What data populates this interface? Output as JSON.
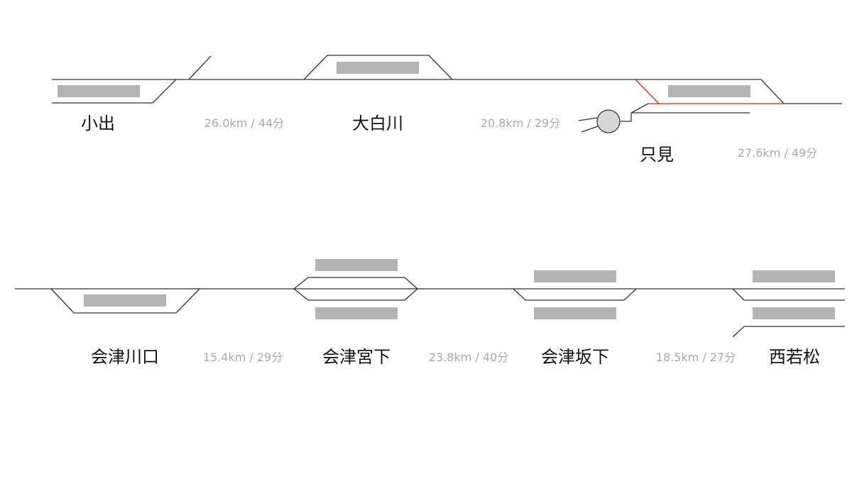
{
  "stations": [
    {
      "id": "koide",
      "name": "小出"
    },
    {
      "id": "oshirakawa",
      "name": "大白川"
    },
    {
      "id": "tadami",
      "name": "只見"
    },
    {
      "id": "aizukawaguchi",
      "name": "会津川口"
    },
    {
      "id": "aizumiyashita",
      "name": "会津宮下"
    },
    {
      "id": "aizubange",
      "name": "会津坂下"
    },
    {
      "id": "nishiwakamatsu",
      "name": "西若松"
    }
  ],
  "segments": [
    {
      "from": "小出",
      "to": "大白川",
      "label": "26.0km / 44分"
    },
    {
      "from": "大白川",
      "to": "只見",
      "label": "20.8km / 29分"
    },
    {
      "from": "只見",
      "to": "会津川口",
      "label": "27.6km / 49分"
    },
    {
      "from": "会津川口",
      "to": "会津宮下",
      "label": "15.4km / 29分"
    },
    {
      "from": "会津宮下",
      "to": "会津坂下",
      "label": "23.8km / 40分"
    },
    {
      "from": "会津坂下",
      "to": "西若松",
      "label": "18.5km / 27分"
    }
  ],
  "colors": {
    "track": "#333333",
    "highlight_track": "#e0201c",
    "platform": "#b3b3b3",
    "distance_text": "#aaaaaa",
    "signal_fill": "#d6d6d6"
  }
}
